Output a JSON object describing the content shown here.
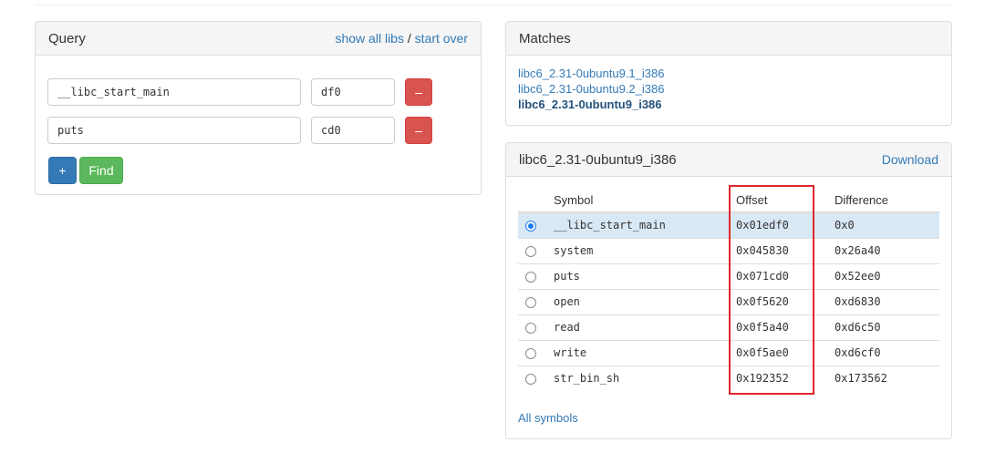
{
  "query": {
    "title": "Query",
    "show_all_libs": "show all libs",
    "separator": "/",
    "start_over": "start over",
    "rows": [
      {
        "symbol": "__libc_start_main",
        "offset": "df0",
        "remove_label": "–"
      },
      {
        "symbol": "puts",
        "offset": "cd0",
        "remove_label": "–"
      }
    ],
    "add_label": "+",
    "find_label": "Find"
  },
  "matches": {
    "title": "Matches",
    "items": [
      "libc6_2.31-0ubuntu9.1_i386",
      "libc6_2.31-0ubuntu9.2_i386",
      "libc6_2.31-0ubuntu9_i386"
    ]
  },
  "detail": {
    "title": "libc6_2.31-0ubuntu9_i386",
    "download": "Download",
    "columns": [
      "Symbol",
      "Offset",
      "Difference"
    ],
    "rows": [
      {
        "symbol": "__libc_start_main",
        "offset": "0x01edf0",
        "difference": "0x0",
        "selected": true
      },
      {
        "symbol": "system",
        "offset": "0x045830",
        "difference": "0x26a40",
        "selected": false
      },
      {
        "symbol": "puts",
        "offset": "0x071cd0",
        "difference": "0x52ee0",
        "selected": false
      },
      {
        "symbol": "open",
        "offset": "0x0f5620",
        "difference": "0xd6830",
        "selected": false
      },
      {
        "symbol": "read",
        "offset": "0x0f5a40",
        "difference": "0xd6c50",
        "selected": false
      },
      {
        "symbol": "write",
        "offset": "0x0f5ae0",
        "difference": "0xd6cf0",
        "selected": false
      },
      {
        "symbol": "str_bin_sh",
        "offset": "0x192352",
        "difference": "0x173562",
        "selected": false
      }
    ],
    "all_symbols": "All symbols"
  },
  "colors": {
    "link": "#337ab7",
    "remove": "#d9534f",
    "add": "#337ab7",
    "find": "#5cb85c",
    "selected_row": "#d9e8f5",
    "highlight_box": "#e0262b"
  }
}
